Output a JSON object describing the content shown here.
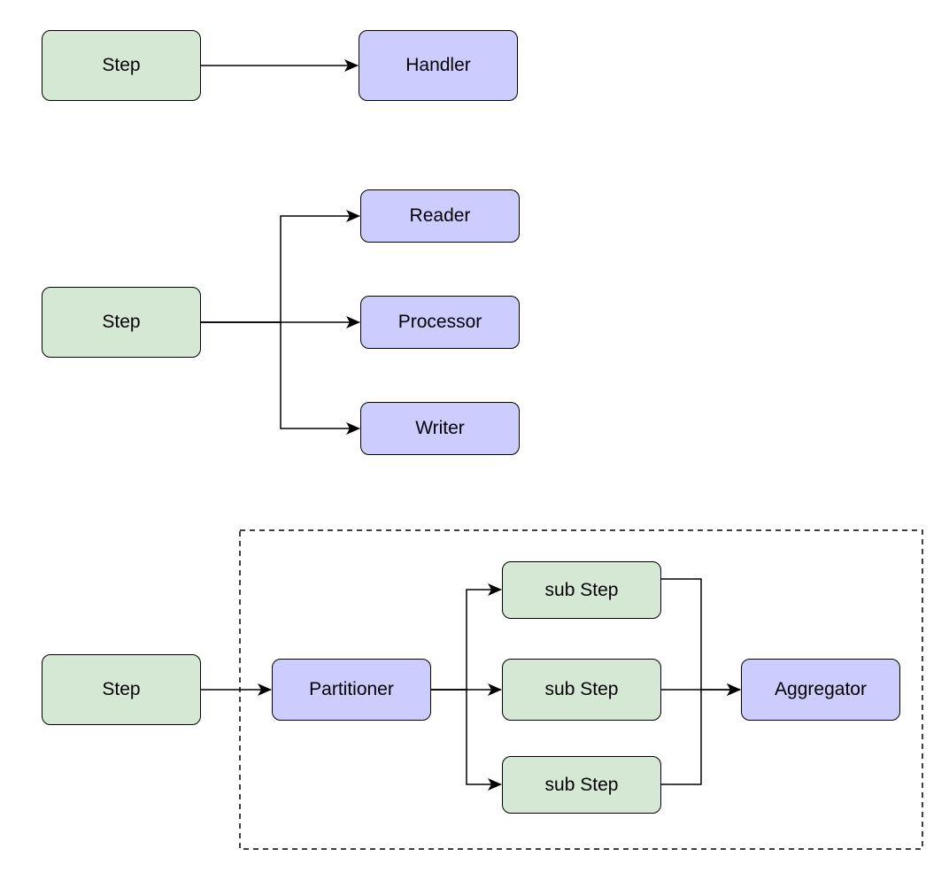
{
  "colors": {
    "step_fill": "#d5e8d4",
    "handler_fill": "#ccccff",
    "stroke": "#000000"
  },
  "diagram_1": {
    "step": "Step",
    "handler": "Handler"
  },
  "diagram_2": {
    "step": "Step",
    "reader": "Reader",
    "processor": "Processor",
    "writer": "Writer"
  },
  "diagram_3": {
    "step": "Step",
    "partitioner": "Partitioner",
    "sub_steps": [
      "sub Step",
      "sub Step",
      "sub Step"
    ],
    "aggregator": "Aggregator"
  }
}
